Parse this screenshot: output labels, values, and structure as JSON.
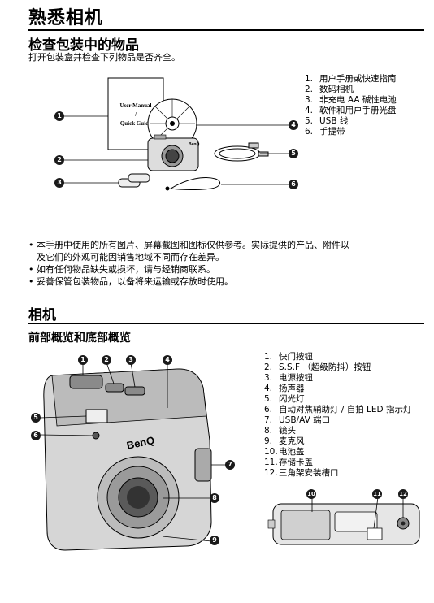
{
  "page_title": "熟悉相机",
  "package": {
    "heading": "检查包装中的物品",
    "intro": "打开包装盒并检查下列物品是否齐全。",
    "manual_cover": [
      "User Manual",
      "/",
      "Quick Guide"
    ],
    "camera_brand": "BenQ",
    "callouts": [
      "1",
      "2",
      "3",
      "4",
      "5",
      "6"
    ],
    "items": [
      {
        "num": "1.",
        "text": "用户手册或快速指南"
      },
      {
        "num": "2.",
        "text": "数码相机"
      },
      {
        "num": "3.",
        "text": "非充电 AA 碱性电池"
      },
      {
        "num": "4.",
        "text": "软件和用户手册光盘"
      },
      {
        "num": "5.",
        "text": "USB 线"
      },
      {
        "num": "6.",
        "text": "手提带"
      }
    ]
  },
  "notes": [
    "本手册中使用的所有图片、屏幕截图和图标仅供参考。实际提供的产品、附件以",
    "及它们的外观可能因销售地域不同而存在差异。",
    "如有任何物品缺失或损坏，请与经销商联系。",
    "妥善保管包装物品，以备将来运输或存放时使用。"
  ],
  "camera": {
    "heading": "相机",
    "subheading": "前部概览和底部概览",
    "brand": "BenQ",
    "front_callouts": [
      "1",
      "2",
      "3",
      "4",
      "5",
      "6",
      "7",
      "8",
      "9"
    ],
    "bottom_callouts": [
      "10",
      "11",
      "12"
    ],
    "parts": [
      {
        "num": "1.",
        "text": "快门按钮"
      },
      {
        "num": "2.",
        "text": "S.S.F （超级防抖）按钮"
      },
      {
        "num": "3.",
        "text": "电源按钮"
      },
      {
        "num": "4.",
        "text": "扬声器"
      },
      {
        "num": "5.",
        "text": "闪光灯"
      },
      {
        "num": "6.",
        "text": "自动对焦辅助灯 / 自拍 LED 指示灯"
      },
      {
        "num": "7.",
        "text": "USB/AV 端口"
      },
      {
        "num": "8.",
        "text": "镜头"
      },
      {
        "num": "9.",
        "text": "麦克风"
      },
      {
        "num": "10.",
        "text": "电池盖"
      },
      {
        "num": "11.",
        "text": "存储卡盖"
      },
      {
        "num": "12.",
        "text": "三角架安装槽口"
      }
    ]
  }
}
